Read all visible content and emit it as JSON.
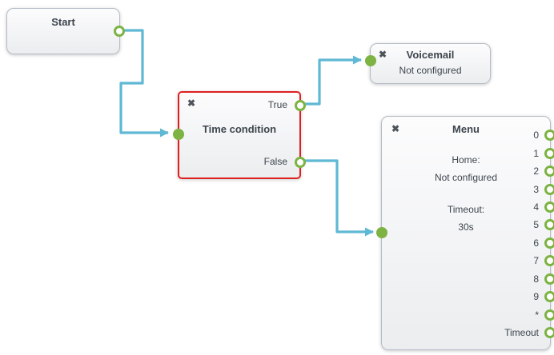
{
  "icons": {
    "close": "✖"
  },
  "colors": {
    "port_green": "#7cb342",
    "connector_blue": "#5fb8d4",
    "selected_border_red": "#e02020",
    "node_border_gray": "#b4bdc6"
  },
  "nodes": {
    "start": {
      "title": "Start"
    },
    "time_condition": {
      "title": "Time condition",
      "true_label": "True",
      "false_label": "False"
    },
    "voicemail": {
      "title": "Voicemail",
      "status": "Not configured"
    },
    "menu": {
      "title": "Menu",
      "home_label": "Home:",
      "home_value": "Not configured",
      "timeout_label": "Timeout:",
      "timeout_value": "30s",
      "ports": [
        "0",
        "1",
        "2",
        "3",
        "4",
        "5",
        "6",
        "7",
        "8",
        "9",
        "*",
        "Timeout"
      ]
    }
  }
}
